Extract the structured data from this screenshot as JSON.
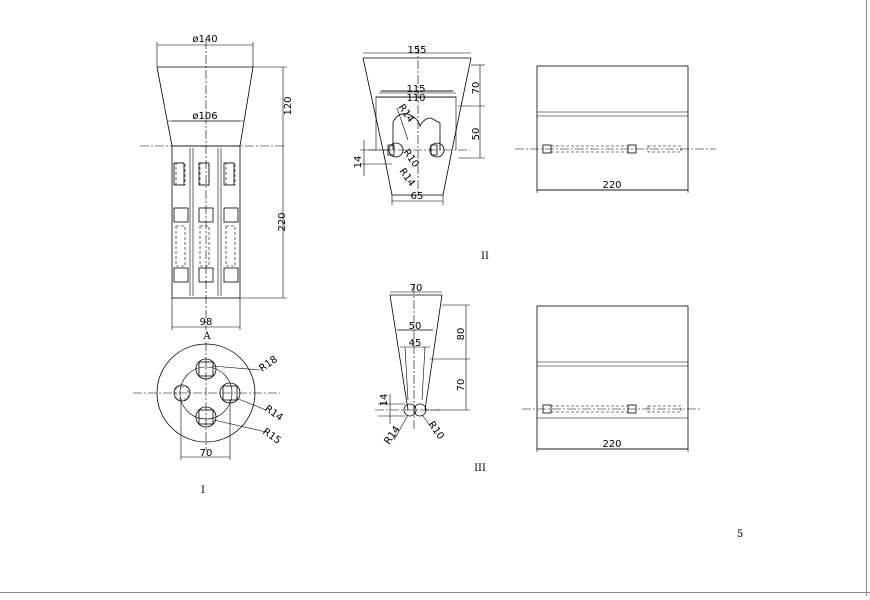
{
  "sheet": {
    "page_number": "5",
    "view_labels": {
      "view_i": "I",
      "view_ii": "II",
      "view_iii": "III",
      "section_a": "A"
    }
  },
  "view_i_dims": {
    "top_diameter": "ø140",
    "inner_diameter": "ø106",
    "height_upper": "120",
    "height_lower": "220",
    "bottom_width": "98",
    "radius_18": "R18",
    "radius_14": "R14",
    "radius_15": "R15",
    "base_width": "70"
  },
  "view_ii_dims": {
    "top_width": "155",
    "inner_width_115": "115",
    "inner_width_110": "110",
    "height_70": "70",
    "height_50": "50",
    "offset_14": "14",
    "radius_14": "R14",
    "radius_10a": "R10",
    "radius_14b": "R14",
    "bottom_width": "65",
    "side_length": "220"
  },
  "view_iii_dims": {
    "top_width": "70",
    "inner_width_50": "50",
    "inner_width_45": "45",
    "height_80": "80",
    "height_70": "70",
    "offset_14": "14",
    "radius_14": "R14",
    "radius_10": "R10",
    "side_length": "220"
  }
}
